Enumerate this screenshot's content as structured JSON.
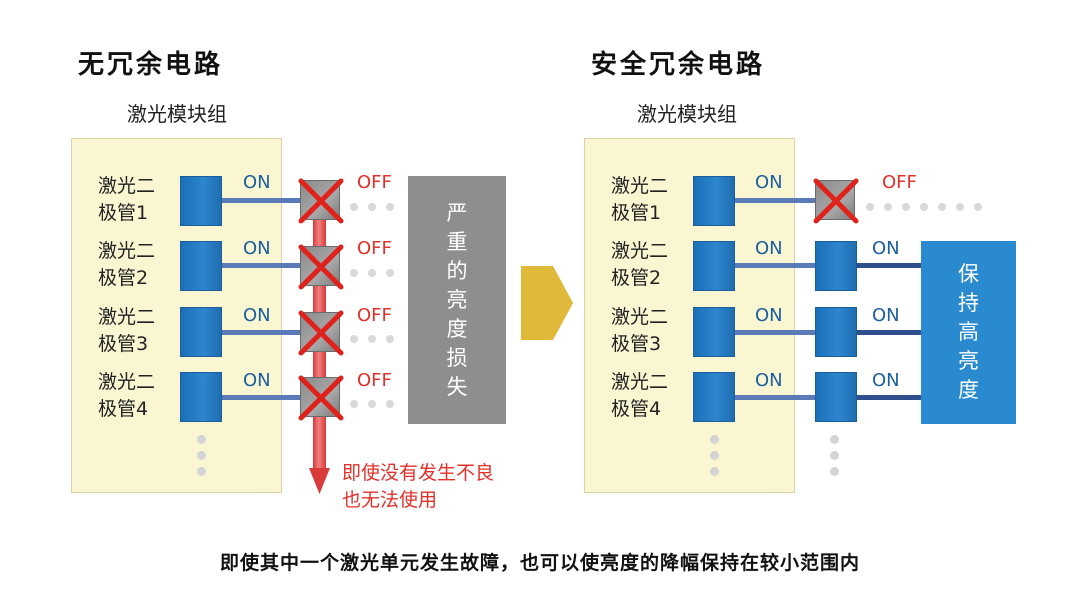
{
  "left": {
    "title": "无冗余电路",
    "group_label": "激光模块组",
    "diodes": [
      {
        "line1": "激光二",
        "line2": "极管1",
        "state": "ON",
        "switch": "OFF"
      },
      {
        "line1": "激光二",
        "line2": "极管2",
        "state": "ON",
        "switch": "OFF"
      },
      {
        "line1": "激光二",
        "line2": "极管3",
        "state": "ON",
        "switch": "OFF"
      },
      {
        "line1": "激光二",
        "line2": "极管4",
        "state": "ON",
        "switch": "OFF"
      }
    ],
    "result_chars": [
      "严",
      "重",
      "的",
      "亮",
      "度",
      "损",
      "失"
    ],
    "note_line1": "即使没有发生不良",
    "note_line2": "也无法使用"
  },
  "right": {
    "title": "安全冗余电路",
    "group_label": "激光模块组",
    "diodes": [
      {
        "line1": "激光二",
        "line2": "极管1",
        "state": "ON",
        "switch": "OFF"
      },
      {
        "line1": "激光二",
        "line2": "极管2",
        "state": "ON",
        "switch": "ON"
      },
      {
        "line1": "激光二",
        "line2": "极管3",
        "state": "ON",
        "switch": "ON"
      },
      {
        "line1": "激光二",
        "line2": "极管4",
        "state": "ON",
        "switch": "ON"
      }
    ],
    "result_chars": [
      "保",
      "持",
      "高",
      "亮",
      "度"
    ]
  },
  "footer": "即使其中一个激光单元发生故障，也可以使亮度的降幅保持在较小范围内",
  "colors": {
    "panel": "#fbf6d2",
    "diode_blue": "#2e86cf",
    "off_red": "#e3302a",
    "loss_gray": "#8e8e8e",
    "keep_blue": "#2a8ad0",
    "arrow_gold": "#e0b83a"
  }
}
